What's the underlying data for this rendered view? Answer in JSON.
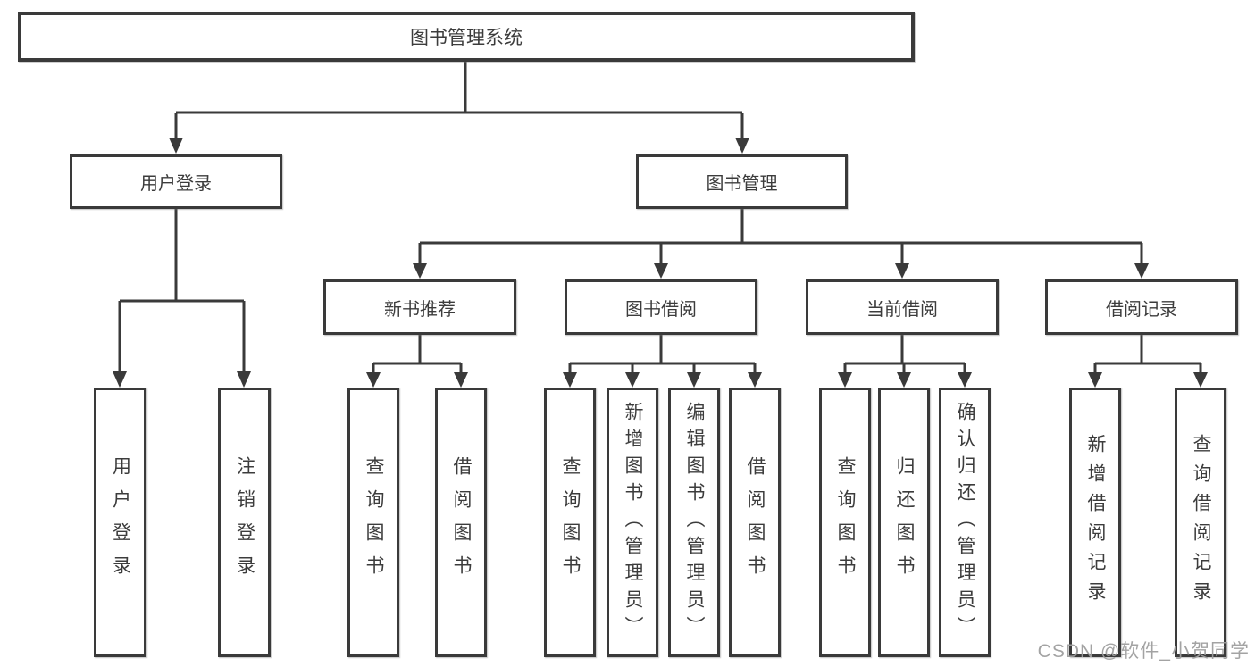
{
  "colors": {
    "line": "#3a3a3a",
    "box_border": "#3a3a3a",
    "text": "#3c3c3c",
    "background": "#ffffff",
    "watermark": "#9e9e9e"
  },
  "watermark": "CSDN @软件_小贺同学",
  "tree": {
    "label": "图书管理系统",
    "children": [
      {
        "label": "用户登录",
        "children": [
          {
            "label": "用户登录"
          },
          {
            "label": "注销登录"
          }
        ]
      },
      {
        "label": "图书管理",
        "children": [
          {
            "label": "新书推荐",
            "children": [
              {
                "label": "查询图书"
              },
              {
                "label": "借阅图书"
              }
            ]
          },
          {
            "label": "图书借阅",
            "children": [
              {
                "label": "查询图书"
              },
              {
                "label": "新增图书（管理员）"
              },
              {
                "label": "编辑图书（管理员）"
              },
              {
                "label": "借阅图书"
              }
            ]
          },
          {
            "label": "当前借阅",
            "children": [
              {
                "label": "查询图书"
              },
              {
                "label": "归还图书"
              },
              {
                "label": "确认归还（管理员）"
              }
            ]
          },
          {
            "label": "借阅记录",
            "children": [
              {
                "label": "新增借阅记录"
              },
              {
                "label": "查询借阅记录"
              }
            ]
          }
        ]
      }
    ]
  }
}
